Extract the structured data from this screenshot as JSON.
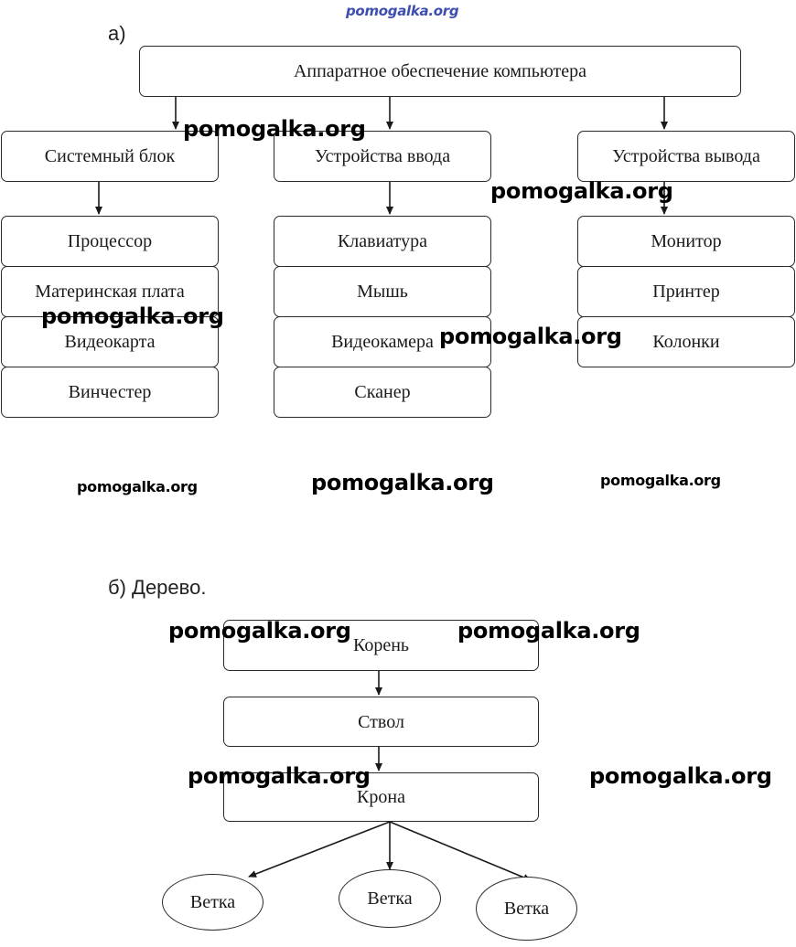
{
  "header": {
    "site": "pomogalka.org"
  },
  "part_a": {
    "label": "а)",
    "root": "Аппаратное обеспечение компьютера",
    "col1": {
      "title": "Системный блок",
      "items": [
        "Процессор",
        "Материнская плата",
        "Видеокарта",
        "Винчестер"
      ]
    },
    "col2": {
      "title": "Устройства ввода",
      "items": [
        "Клавиатура",
        "Мышь",
        "Видеокамера",
        "Сканер"
      ]
    },
    "col3": {
      "title": "Устройства вывода",
      "items": [
        "Монитор",
        "Принтер",
        "Колонки"
      ]
    }
  },
  "part_b": {
    "label": "б) Дерево.",
    "chain": [
      "Корень",
      "Ствол",
      "Крона"
    ],
    "leaves": [
      "Ветка",
      "Ветка",
      "Ветка"
    ]
  },
  "watermarks": {
    "w1": "pomogalka.org",
    "w2": "pomogalka.org",
    "w3": "pomogalka.org",
    "w4": "pomogalka.org",
    "w5": "pomogalka.org",
    "w6": "pomogalka.org",
    "w7": "pomogalka.org",
    "w8": "pomogalka.org",
    "w9": "pomogalka.org",
    "w10": "pomogalka.org",
    "w11": "pomogalka.org"
  }
}
